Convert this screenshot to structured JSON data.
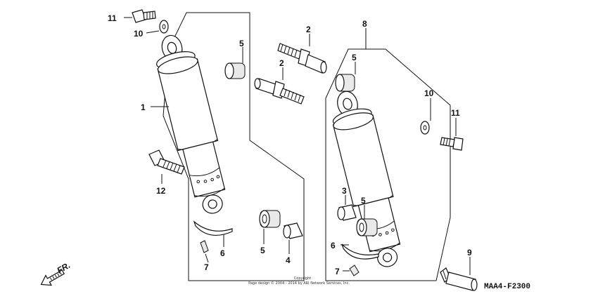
{
  "callouts": {
    "c1": "1",
    "c2a": "2",
    "c2b": "2",
    "c3": "3",
    "c4": "4",
    "c5a": "5",
    "c5b": "5",
    "c5c": "5",
    "c5d": "5",
    "c6a": "6",
    "c6b": "6",
    "c7a": "7",
    "c7b": "7",
    "c8": "8",
    "c9": "9",
    "c10a": "10",
    "c10b": "10",
    "c11a": "11",
    "c11b": "11",
    "c12": "12"
  },
  "direction_label": "FR.",
  "diagram_code": "MAA4-F2300",
  "copyright_label": "Copyright",
  "copyright_text": "Page design © 2004 - 2014 by ARI Network Services, Inc."
}
